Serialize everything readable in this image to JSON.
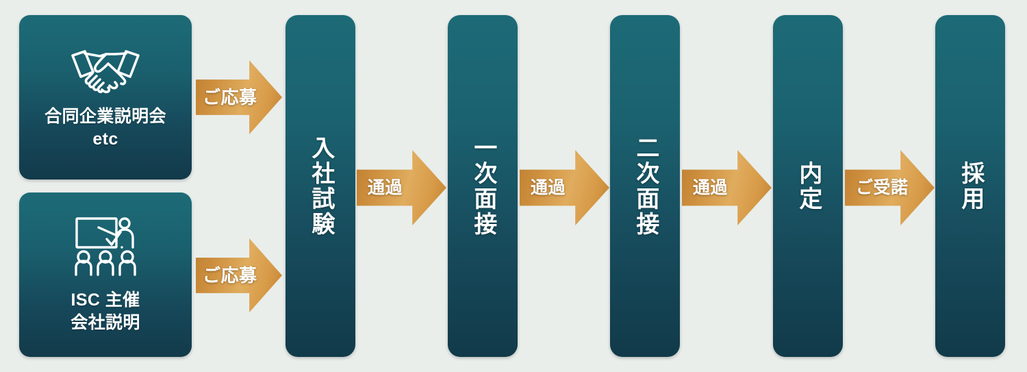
{
  "background_color": "#e9eeeb",
  "theme": {
    "card_gradient_top": "#1d6b77",
    "card_gradient_bottom": "#123a4a",
    "arrow_gold_dark": "#bf7f31",
    "arrow_gold_light": "#e0ac5e",
    "text_color": "#ffffff"
  },
  "entry_cards": [
    {
      "id": "joint-company-briefing",
      "icon": "handshake-icon",
      "label": "合同企業説明会\netc"
    },
    {
      "id": "isc-company-briefing",
      "icon": "seminar-presentation-icon",
      "label": "ISC 主催\n会社説明"
    }
  ],
  "stages": [
    {
      "id": "entrance-exam",
      "label": "入社試験"
    },
    {
      "id": "first-interview",
      "label": "一次面接"
    },
    {
      "id": "second-interview",
      "label": "二次面接"
    },
    {
      "id": "job-offer",
      "label": "内定"
    },
    {
      "id": "hired",
      "label": "採用"
    }
  ],
  "arrows": [
    {
      "id": "apply-from-joint-briefing",
      "label": "ご応募",
      "size": "big"
    },
    {
      "id": "apply-from-isc-briefing",
      "label": "ご応募",
      "size": "big"
    },
    {
      "id": "pass-exam-to-first",
      "label": "通過",
      "size": "small"
    },
    {
      "id": "pass-first-to-second",
      "label": "通過",
      "size": "small"
    },
    {
      "id": "pass-second-to-offer",
      "label": "通過",
      "size": "small"
    },
    {
      "id": "accept-offer-to-hired",
      "label": "ご受諾",
      "size": "small"
    }
  ]
}
